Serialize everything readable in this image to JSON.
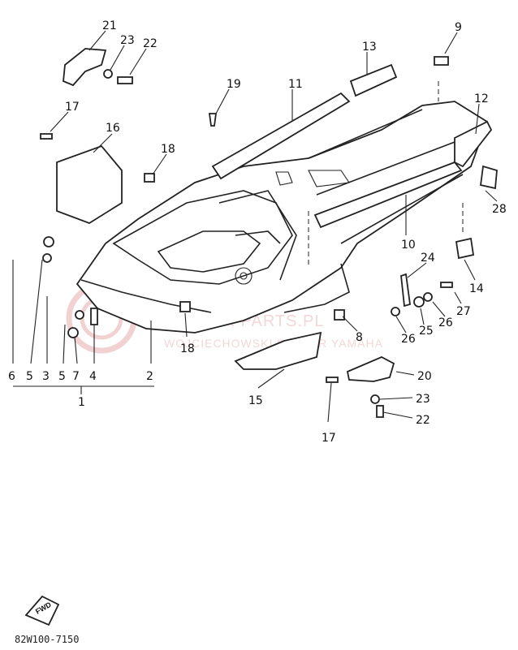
{
  "labels": {
    "l21": "21",
    "l23a": "23",
    "l22a": "22",
    "l13": "13",
    "l9": "9",
    "l17a": "17",
    "l16": "16",
    "l19": "19",
    "l11": "11",
    "l12": "12",
    "l18a": "18",
    "l28": "28",
    "l24": "24",
    "l10": "10",
    "l14": "14",
    "l27": "27",
    "l26a": "26",
    "l25": "25",
    "l26b": "26",
    "l8": "8",
    "l20": "20",
    "l23b": "23",
    "l22b": "22",
    "l15": "15",
    "l17b": "17",
    "l18b": "18",
    "l6": "6",
    "l5a": "5",
    "l3": "3",
    "l5b": "5",
    "l7": "7",
    "l4": "4",
    "l2": "2",
    "l1": "1"
  },
  "watermark": {
    "main": "YAMAHA-PARTS.PL",
    "sub": "WOJCIECHOWSKI DEALER YAMAHA"
  },
  "fwd_badge": "FWD",
  "diagram_code": "82W100-7150",
  "colors": {
    "ink": "#222222",
    "watermark": "#e7b7b7",
    "background": "#ffffff"
  }
}
